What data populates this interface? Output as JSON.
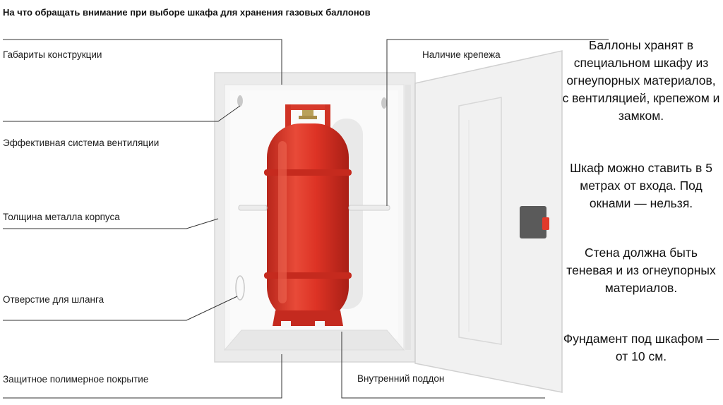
{
  "title": "На что обращать внимание при выборе шкафа для хранения газовых баллонов",
  "callouts": {
    "dimensions": "Габариты конструкции",
    "ventilation": "Эффективная система вентиляции",
    "metal_thickness": "Толщина металла корпуса",
    "hose_hole": "Отверстие для шланга",
    "coating": "Защитное полимерное покрытие",
    "fasteners": "Наличие крепежа",
    "tray": "Внутренний поддон"
  },
  "notes": {
    "p1": "Баллоны хранят в специальном шкафу из огнеупорных материалов, с вентиляцией, крепежом и замком.",
    "p2": "Шкаф можно ставить в 5 метрах от входа. Под окнами — нельзя.",
    "p3": "Стена должна быть теневая и из огнеупорных материалов.",
    "p4": "Фундамент под шкафом — от 10 см."
  },
  "colors": {
    "cylinder": "#dd3325",
    "cylinder_dark": "#b3231a",
    "cabinet": "#ececec",
    "cabinet_inner": "#f6f6f6",
    "lock": "#555555",
    "lock_tab": "#e23a2b",
    "leader": "#333333"
  }
}
